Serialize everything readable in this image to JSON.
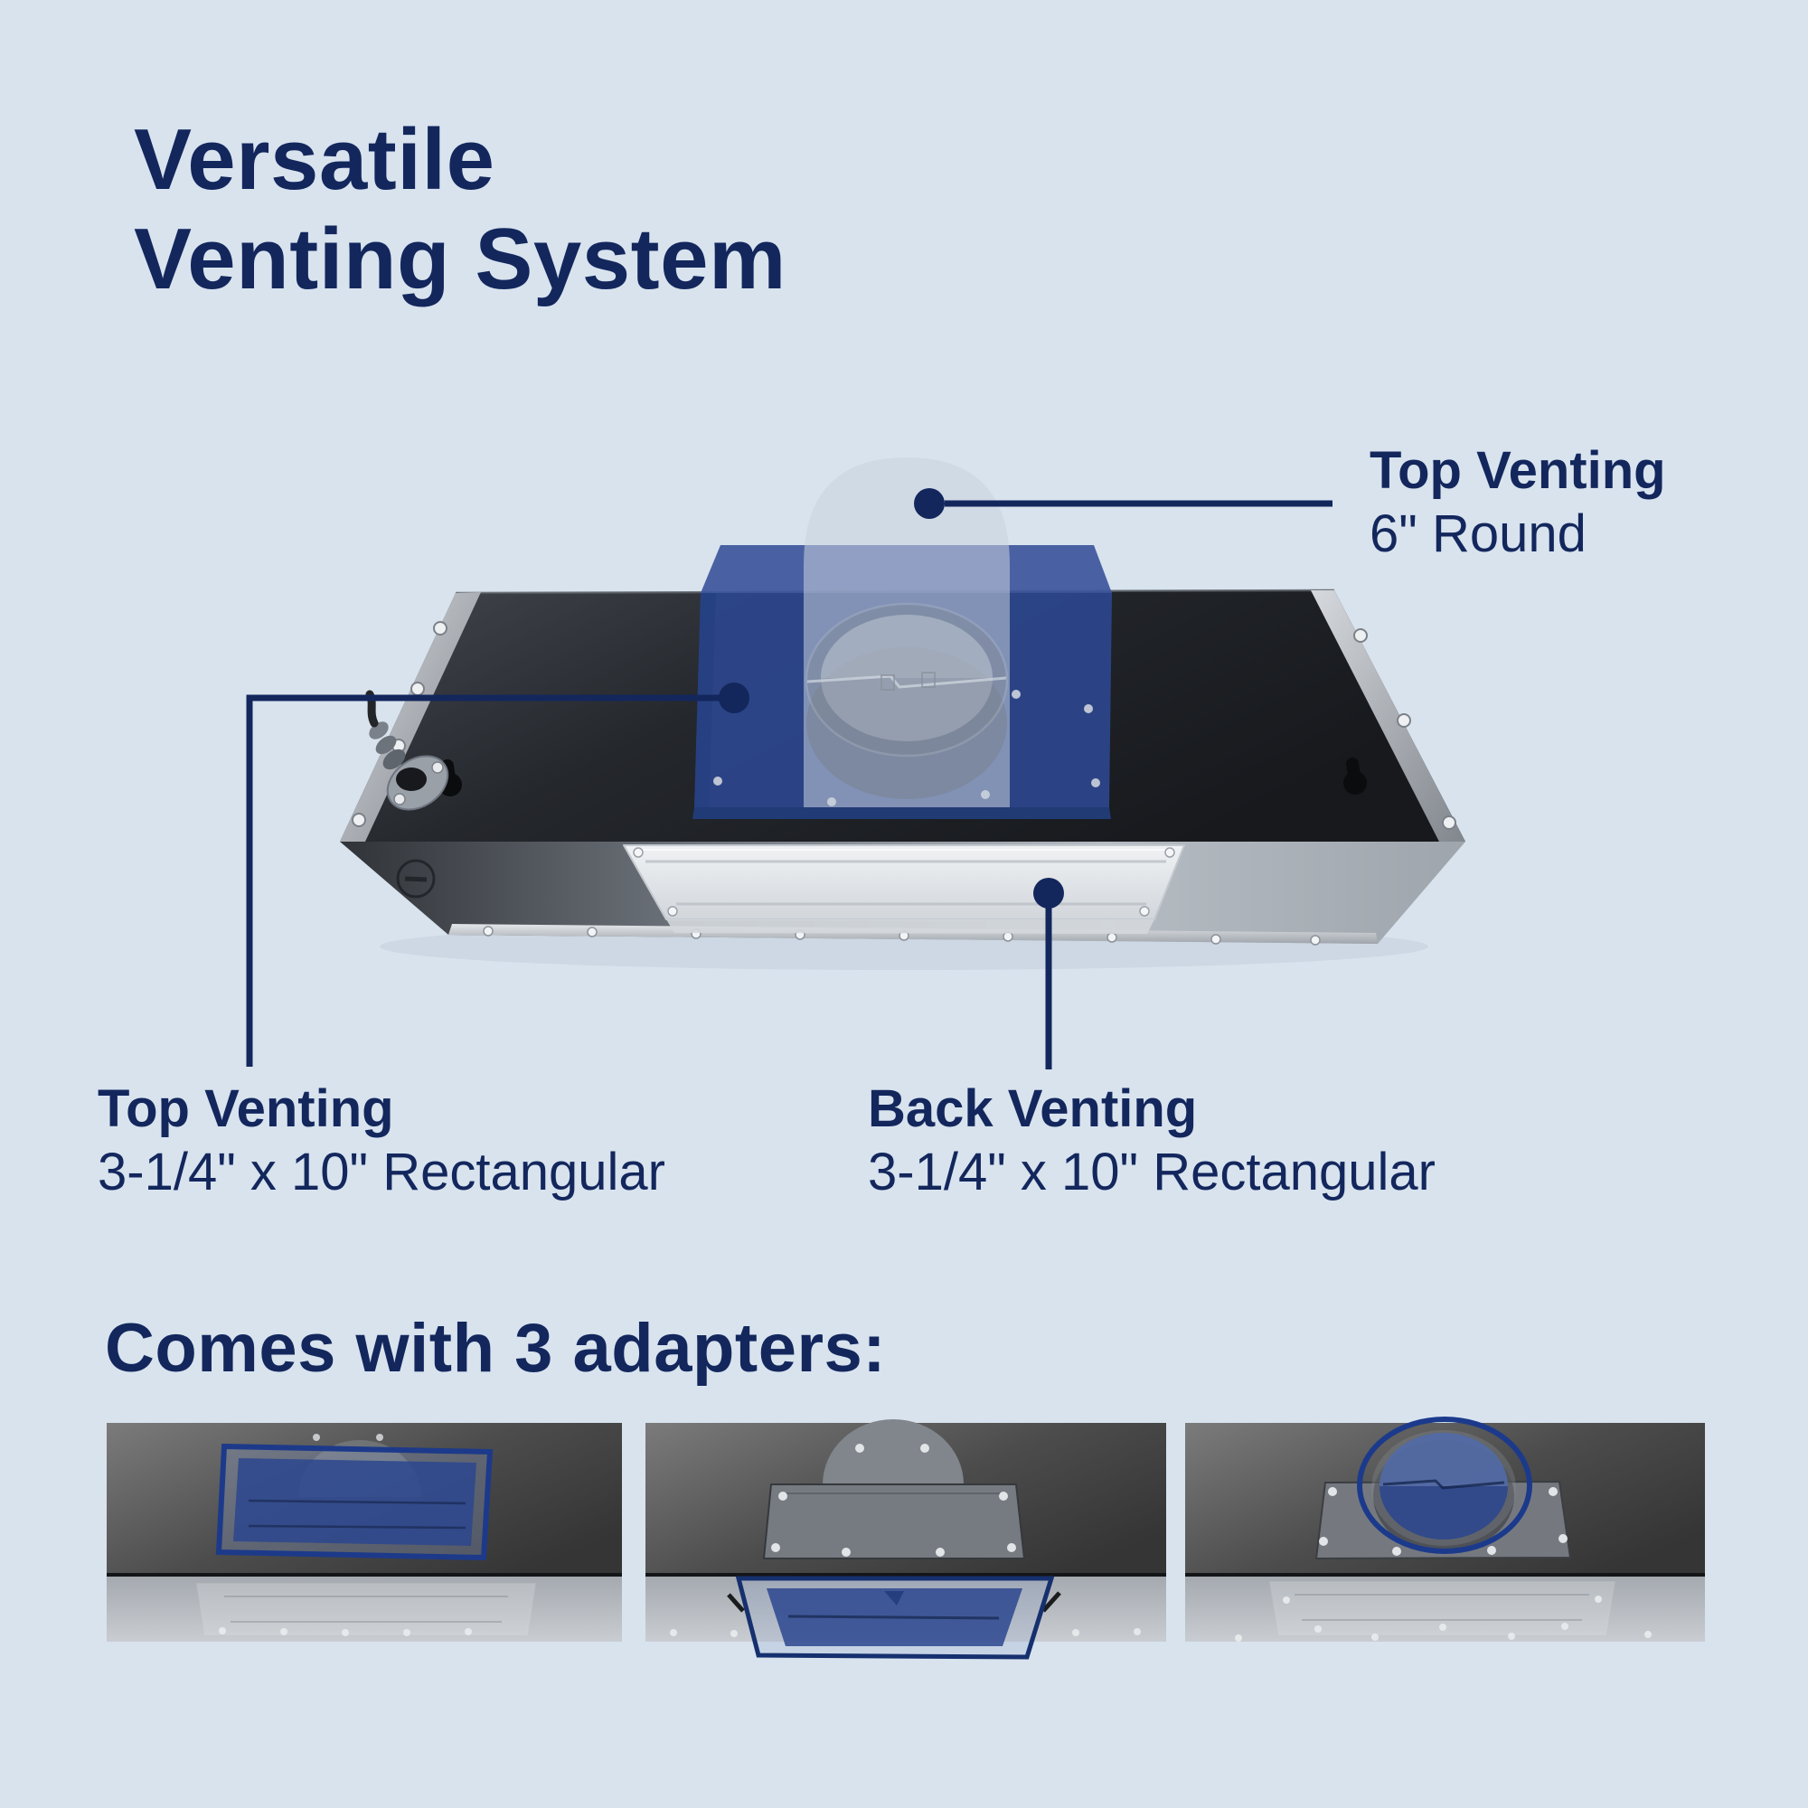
{
  "page": {
    "background_color": "#d8e3ee",
    "accent_navy": "#13275d",
    "overlay_blue": "#2c478d",
    "overlay_grey": "#cbd4de"
  },
  "title": {
    "line1": "Versatile",
    "line2": "Venting System"
  },
  "callouts": {
    "top_round": {
      "heading": "Top Venting",
      "detail": "6\" Round"
    },
    "top_rect": {
      "heading": "Top Venting",
      "detail": "3-1/4\" x 10\" Rectangular"
    },
    "back_rect": {
      "heading": "Back Venting",
      "detail": "3-1/4\" x 10\" Rectangular"
    }
  },
  "adapters_section": {
    "heading": "Comes with 3 adapters:",
    "thumbnails": [
      {
        "icon": "rectangular-top-adapter-photo"
      },
      {
        "icon": "rectangular-back-adapter-photo"
      },
      {
        "icon": "round-top-adapter-photo"
      }
    ]
  }
}
